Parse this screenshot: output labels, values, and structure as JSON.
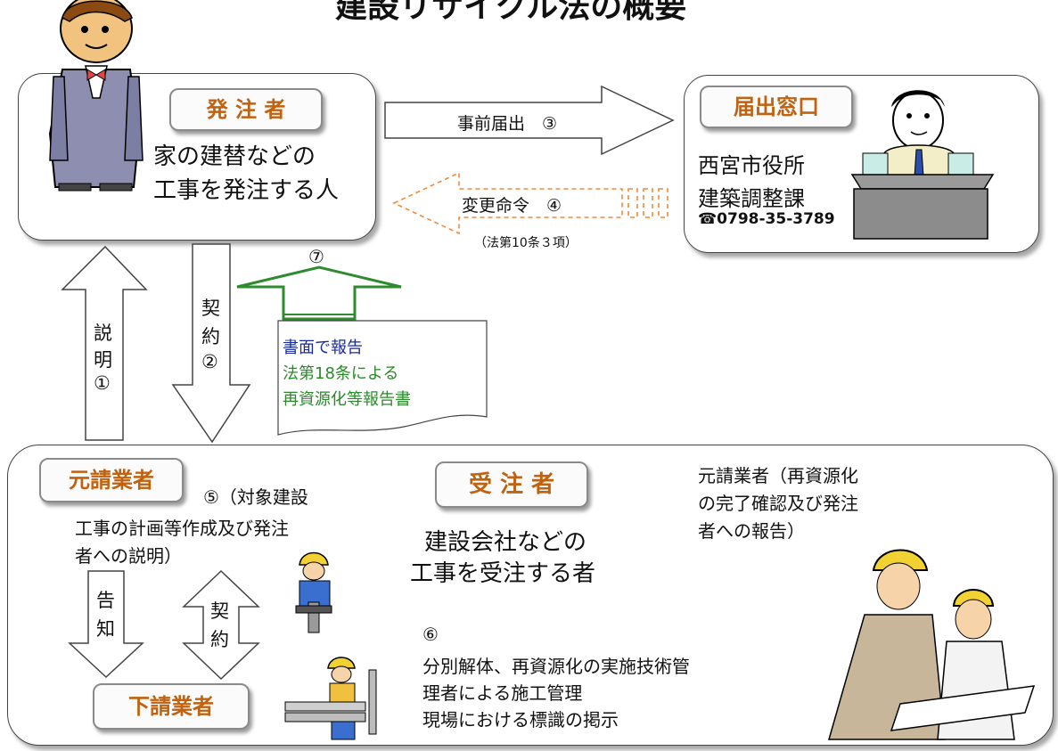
{
  "title": "建設リサイクル法の概要",
  "orderer": {
    "label": "発 注 者",
    "desc_line1": "家の建替などの",
    "desc_line2": "工事を発注する人"
  },
  "office": {
    "label": "届出窓口",
    "line1": "西宮市役所",
    "line2": "建築調整課",
    "phone": "☎0798-35-3789"
  },
  "arrows": {
    "prior_notice": "事前届出　③",
    "change_order": "変更命令　④",
    "change_order_note": "（法第10条３項）",
    "report_num": "⑦",
    "explain_1": "説",
    "explain_2": "明",
    "explain_3": "①",
    "contract_1": "契",
    "contract_2": "約",
    "contract_3": "②",
    "notify_1": "告",
    "notify_2": "知",
    "subcontract_1": "契",
    "subcontract_2": "約"
  },
  "report_doc": {
    "line1": "書面で報告",
    "line2": "法第18条による",
    "line3": "再資源化等報告書"
  },
  "contractor": {
    "label": "受 注 者",
    "desc_line1": "建設会社などの",
    "desc_line2": "工事を受注する者"
  },
  "prime": {
    "label": "元請業者",
    "note_line1": "⑤（対象建設",
    "note_line2": "工事の計画等作成及び発注",
    "note_line3": "者への説明）"
  },
  "sub": {
    "label": "下請業者"
  },
  "right_note": {
    "line1": "元請業者（再資源化",
    "line2": "の完了確認及び発注",
    "line3": "者への報告）"
  },
  "duties": {
    "num": "⑥",
    "line1": "分別解体、再資源化の実施技術管",
    "line2": "理者による施工管理",
    "line3": "現場における標識の掲示"
  },
  "colors": {
    "label_text": "#c0620f",
    "report_arrow": "#2e8b2e",
    "dashed_arrow": "#f08a3c",
    "blue_text": "#1a2a9a",
    "green_text": "#2a8a2a"
  }
}
